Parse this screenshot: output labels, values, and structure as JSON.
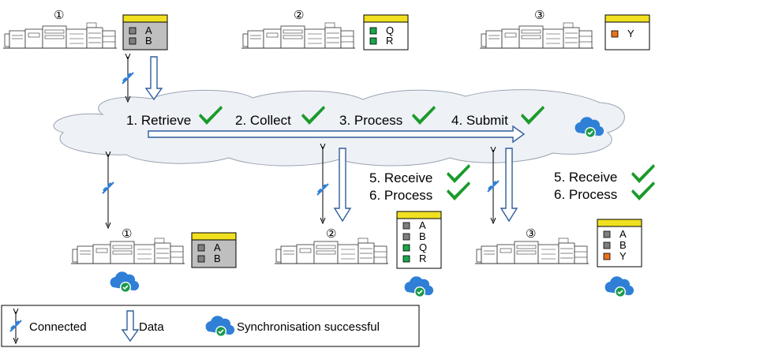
{
  "steps": {
    "s1": "1. Retrieve",
    "s2": "2. Collect",
    "s3": "3. Process",
    "s4": "4. Submit",
    "receive": "5. Receive",
    "process": "6. Process"
  },
  "badges": {
    "one": "①",
    "two": "②",
    "three": "③"
  },
  "panels": {
    "top1": [
      "A",
      "B"
    ],
    "top2": [
      "Q",
      "R"
    ],
    "top3": [
      "Y"
    ],
    "bot1": [
      "A",
      "B"
    ],
    "bot2": [
      "A",
      "B",
      "Q",
      "R"
    ],
    "bot3": [
      "A",
      "B",
      "Y"
    ]
  },
  "legend": {
    "connected": "Connected",
    "data": "Data",
    "sync": "Synchronisation successful"
  },
  "colors": {
    "panel_header": "#f0e020",
    "gray_square": "#7f7f7f",
    "green_square": "#1aa64a",
    "orange_square": "#e8721c",
    "check": "#1a9a2a",
    "arrow_blue": "#2f5d9c",
    "cloud_fill": "#eef1f6",
    "cloud_icon": "#2f7fd6",
    "plug": "#2f7fd6"
  }
}
